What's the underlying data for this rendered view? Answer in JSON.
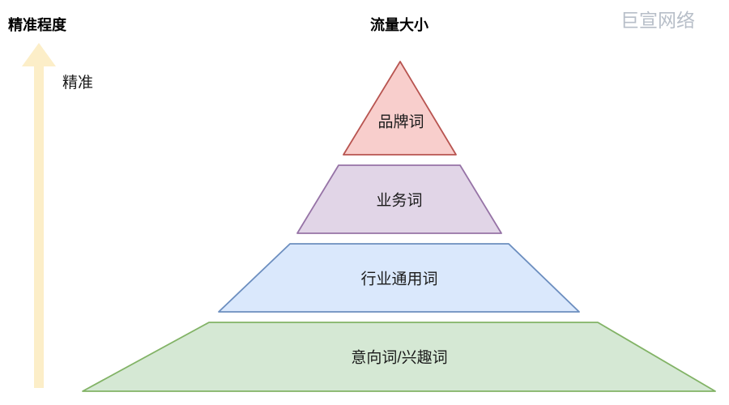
{
  "header": {
    "left_title": "精准程度",
    "center_title": "流量大小",
    "watermark": "巨宣网络",
    "watermark_color": "#b7bec8"
  },
  "arrow": {
    "label": "精准",
    "color": "#fceec8",
    "direction": "up"
  },
  "pyramid": {
    "layers": [
      {
        "label": "品牌词",
        "fill": "#f8cecc",
        "stroke": "#b85450"
      },
      {
        "label": "业务词",
        "fill": "#e1d5e7",
        "stroke": "#9673a6"
      },
      {
        "label": "行业通用词",
        "fill": "#dae8fc",
        "stroke": "#6c8ebf"
      },
      {
        "label": "意向词/兴趣词",
        "fill": "#d5e8d4",
        "stroke": "#82b366"
      }
    ]
  }
}
